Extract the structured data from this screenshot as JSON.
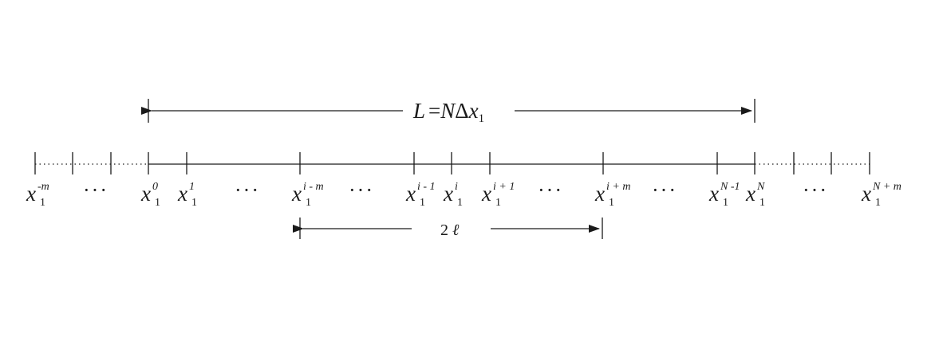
{
  "span_label": {
    "L": "L",
    "eq": "=",
    "N": "N",
    "delta": "Δ",
    "x": "x",
    "sub": "1"
  },
  "interval_label": {
    "two": "2",
    "ell": "ℓ"
  },
  "ellipsis": "···",
  "node_labels": [
    {
      "base": "x",
      "sub": "1",
      "sup": "-m"
    },
    {
      "base": "x",
      "sub": "1",
      "sup": "0"
    },
    {
      "base": "x",
      "sub": "1",
      "sup": "1"
    },
    {
      "base": "x",
      "sub": "1",
      "sup": "i - m"
    },
    {
      "base": "x",
      "sub": "1",
      "sup": "i - 1"
    },
    {
      "base": "x",
      "sub": "1",
      "sup": "i"
    },
    {
      "base": "x",
      "sub": "1",
      "sup": "i + 1"
    },
    {
      "base": "x",
      "sub": "1",
      "sup": "i + m"
    },
    {
      "base": "x",
      "sub": "1",
      "sup": "N -1"
    },
    {
      "base": "x",
      "sub": "1",
      "sup": "N"
    },
    {
      "base": "x",
      "sub": "1",
      "sup": "N + m"
    }
  ]
}
